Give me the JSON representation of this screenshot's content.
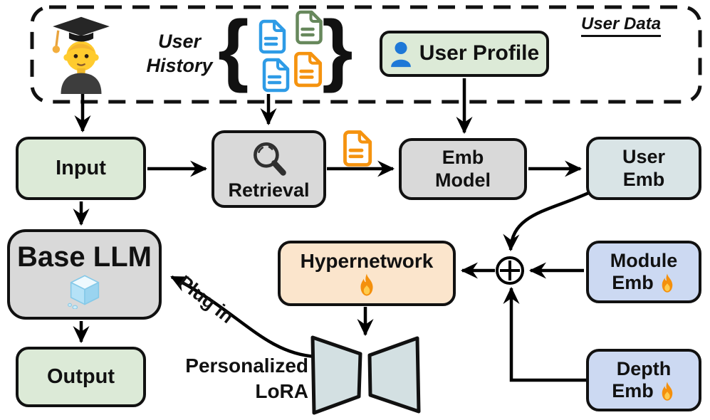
{
  "panel": {
    "title": "User Data",
    "user_history": {
      "line1": "User",
      "line2": "History"
    },
    "brace_left": "{",
    "brace_right": "}",
    "user_profile_label": "User Profile"
  },
  "nodes": {
    "input": {
      "label": "Input"
    },
    "retrieval": {
      "label": "Retrieval"
    },
    "emb_model": {
      "line1": "Emb",
      "line2": "Model"
    },
    "user_emb": {
      "line1": "User",
      "line2": "Emb"
    },
    "base_llm": {
      "label": "Base LLM"
    },
    "hypernetwork": {
      "label": "Hypernetwork"
    },
    "module_emb": {
      "line1": "Module",
      "line2": "Emb"
    },
    "depth_emb": {
      "line1": "Depth",
      "line2": "Emb"
    },
    "output": {
      "label": "Output"
    }
  },
  "annotations": {
    "plug_in": "Plug in",
    "personalized_lora": {
      "line1": "Personalized",
      "line2": "LoRA"
    },
    "sum_operator": "⊕"
  },
  "icons": {
    "student": "student-emoji",
    "documents": [
      "doc-blue",
      "doc-green",
      "doc-blue",
      "doc-orange"
    ],
    "retrieved_document": "doc-orange",
    "user_profile": "person-icon",
    "retrieval": "magnifier-icon",
    "frozen": "ice-cube-icon",
    "trainable": "fire-icon"
  },
  "colors": {
    "green_box": "#dcead7",
    "gray_box": "#d9d9d9",
    "teal_box": "#d9e4e6",
    "blue_box": "#ccd9f2",
    "peach_box": "#fbe5cc",
    "bowtie_fill": "#d3e0e2",
    "border": "#111111",
    "doc_blue": "#2e9be6",
    "doc_green": "#67885c",
    "doc_orange": "#f5930f",
    "person_blue": "#1e78d7",
    "arrow": "#000000"
  }
}
